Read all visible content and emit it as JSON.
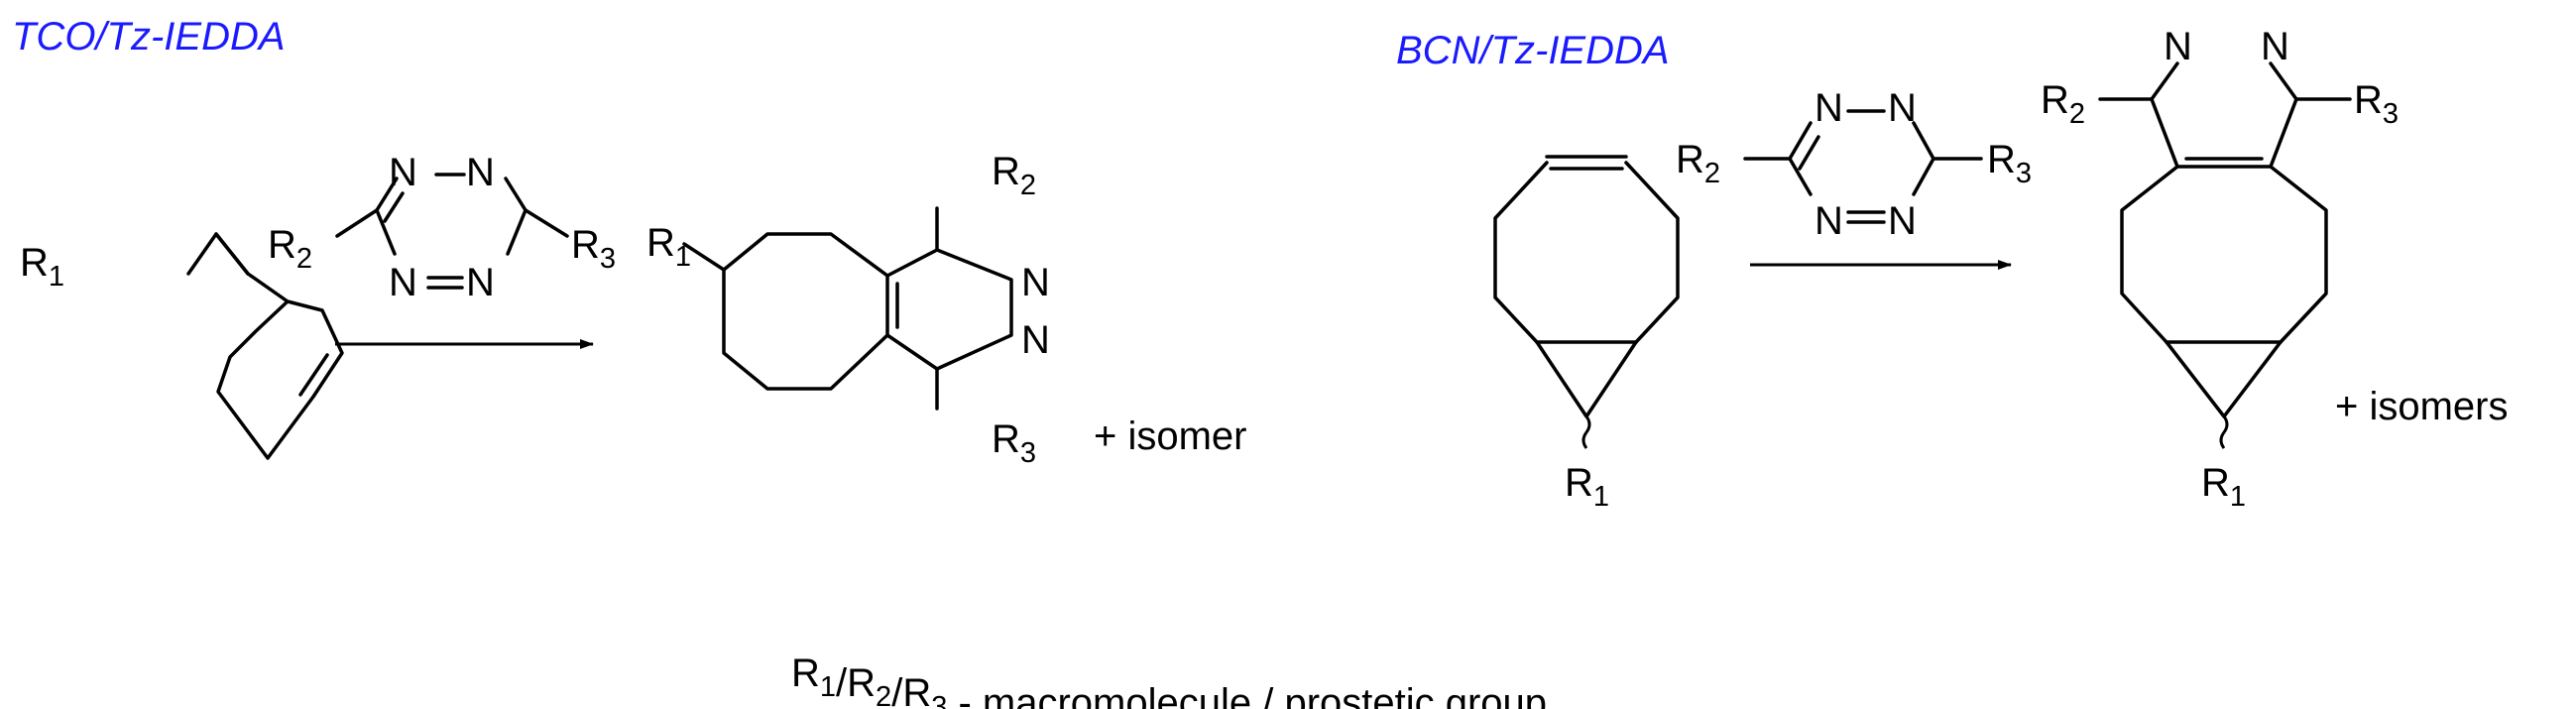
{
  "left_scheme": {
    "title": "TCO/Tz-IEDDA",
    "reactant_sub": "R1",
    "tetrazine_left": "R2",
    "tetrazine_right": "R3",
    "n": "N",
    "product_r1": "R1",
    "product_r2": "R2",
    "product_r3": "R3",
    "plus_label": "+ isomer"
  },
  "right_scheme": {
    "title": "BCN/Tz-IEDDA",
    "reactant_sub": "R1",
    "tetrazine_left": "R2",
    "tetrazine_right": "R3",
    "n": "N",
    "product_r1": "R1",
    "product_r2": "R2",
    "product_r3": "R3",
    "plus_label": "+ isomers"
  },
  "caption": {
    "r1": "R1",
    "r2": "R2",
    "r3": "R3",
    "rest": " - macromolecule / prostetic group"
  },
  "colors": {
    "title": "#1a1aff",
    "ink": "#000000"
  }
}
